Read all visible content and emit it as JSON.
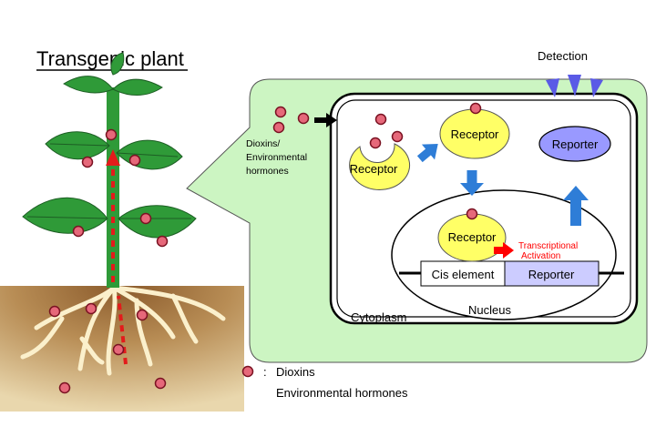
{
  "title": "Transgenic plant",
  "detection": "Detection",
  "input_label": [
    "Dioxins/",
    "Environmental",
    "hormones"
  ],
  "receptor": "Receptor",
  "reporter": "Reporter",
  "cis_element": "Cis element",
  "transcriptional_activation": [
    "Transcriptional",
    "Activation"
  ],
  "cytoplasm": "Cytoplasm",
  "nucleus": "Nucleus",
  "legend": {
    "colon": ":",
    "line1": "Dioxins",
    "line2": "Environmental hormones"
  },
  "colors": {
    "callout_green": "#ccf5c2",
    "soil": "#c9a46b",
    "receptor_yellow": "#ffff66",
    "reporter_purple": "#9999ff",
    "dioxin_red": "#e6687a",
    "arrow_blue": "#2e7dd7",
    "activation_red": "#ff0000",
    "leaf_green": "#2f9a38"
  }
}
